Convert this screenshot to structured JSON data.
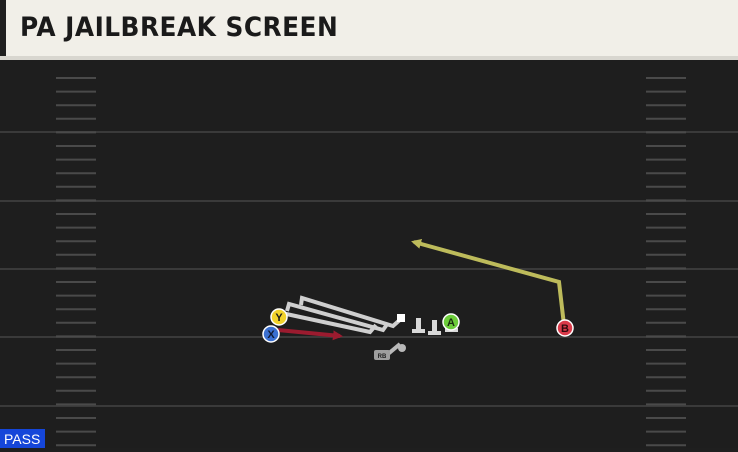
{
  "title": "PA JAILBREAK SCREEN",
  "play_type_badge": "PASS",
  "players": [
    {
      "id": "X",
      "label": "X",
      "color": "#3a6fd0"
    },
    {
      "id": "Y",
      "label": "Y",
      "color": "#f2d22b"
    },
    {
      "id": "A",
      "label": "A",
      "color": "#6ccc3a"
    },
    {
      "id": "B",
      "label": "B",
      "color": "#d93a4a"
    },
    {
      "id": "RB",
      "label": "RB",
      "color": "#b9b9b9"
    }
  ],
  "colors": {
    "route_b": "#bdbb5b",
    "route_x": "#9b1b2f",
    "screen_routes": "#cfcfcf",
    "field": "#1e1e1e",
    "yard_line": "#3a3a3a",
    "hash": "#4a4a4a"
  }
}
